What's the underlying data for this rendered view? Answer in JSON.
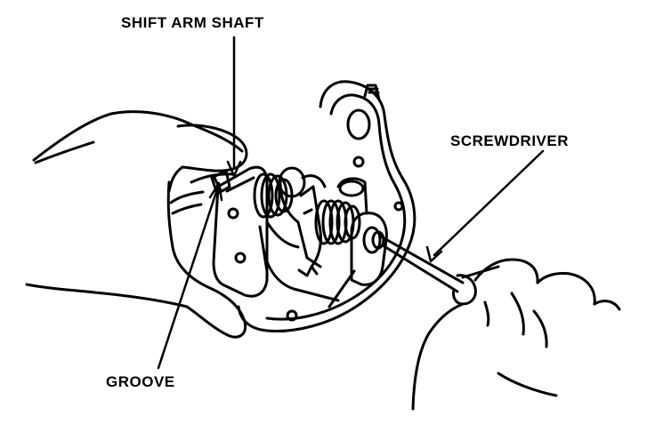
{
  "labels": {
    "shift_arm_shaft": "SHIFT ARM SHAFT",
    "screwdriver": "SCREWDRIVER",
    "groove": "GROOVE"
  },
  "colors": {
    "ink": "#000000",
    "paper": "#ffffff"
  }
}
